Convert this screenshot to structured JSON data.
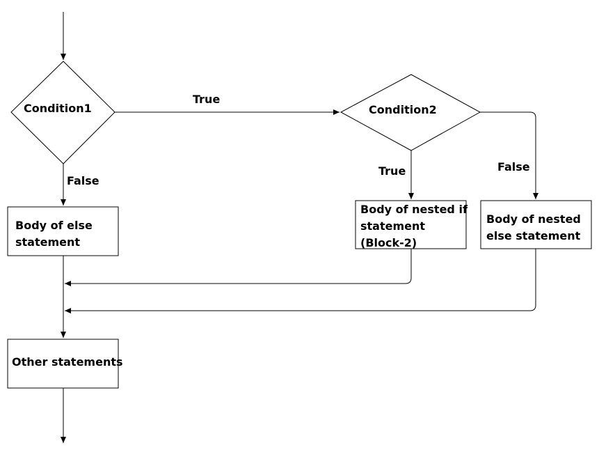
{
  "diagram": {
    "condition1": "Condition1",
    "condition2": "Condition2",
    "true_label_1": "True",
    "false_label_1": "False",
    "true_label_2": "True",
    "false_label_2": "False",
    "else_body": [
      "Body of else",
      "statement"
    ],
    "nested_if_body": [
      "Body of nested if",
      "statement",
      "(Block-2)"
    ],
    "nested_else_body": [
      "Body of nested",
      "else statement"
    ],
    "other_statements": "Other statements"
  },
  "colors": {
    "stroke": "#000000",
    "background": "#ffffff"
  }
}
